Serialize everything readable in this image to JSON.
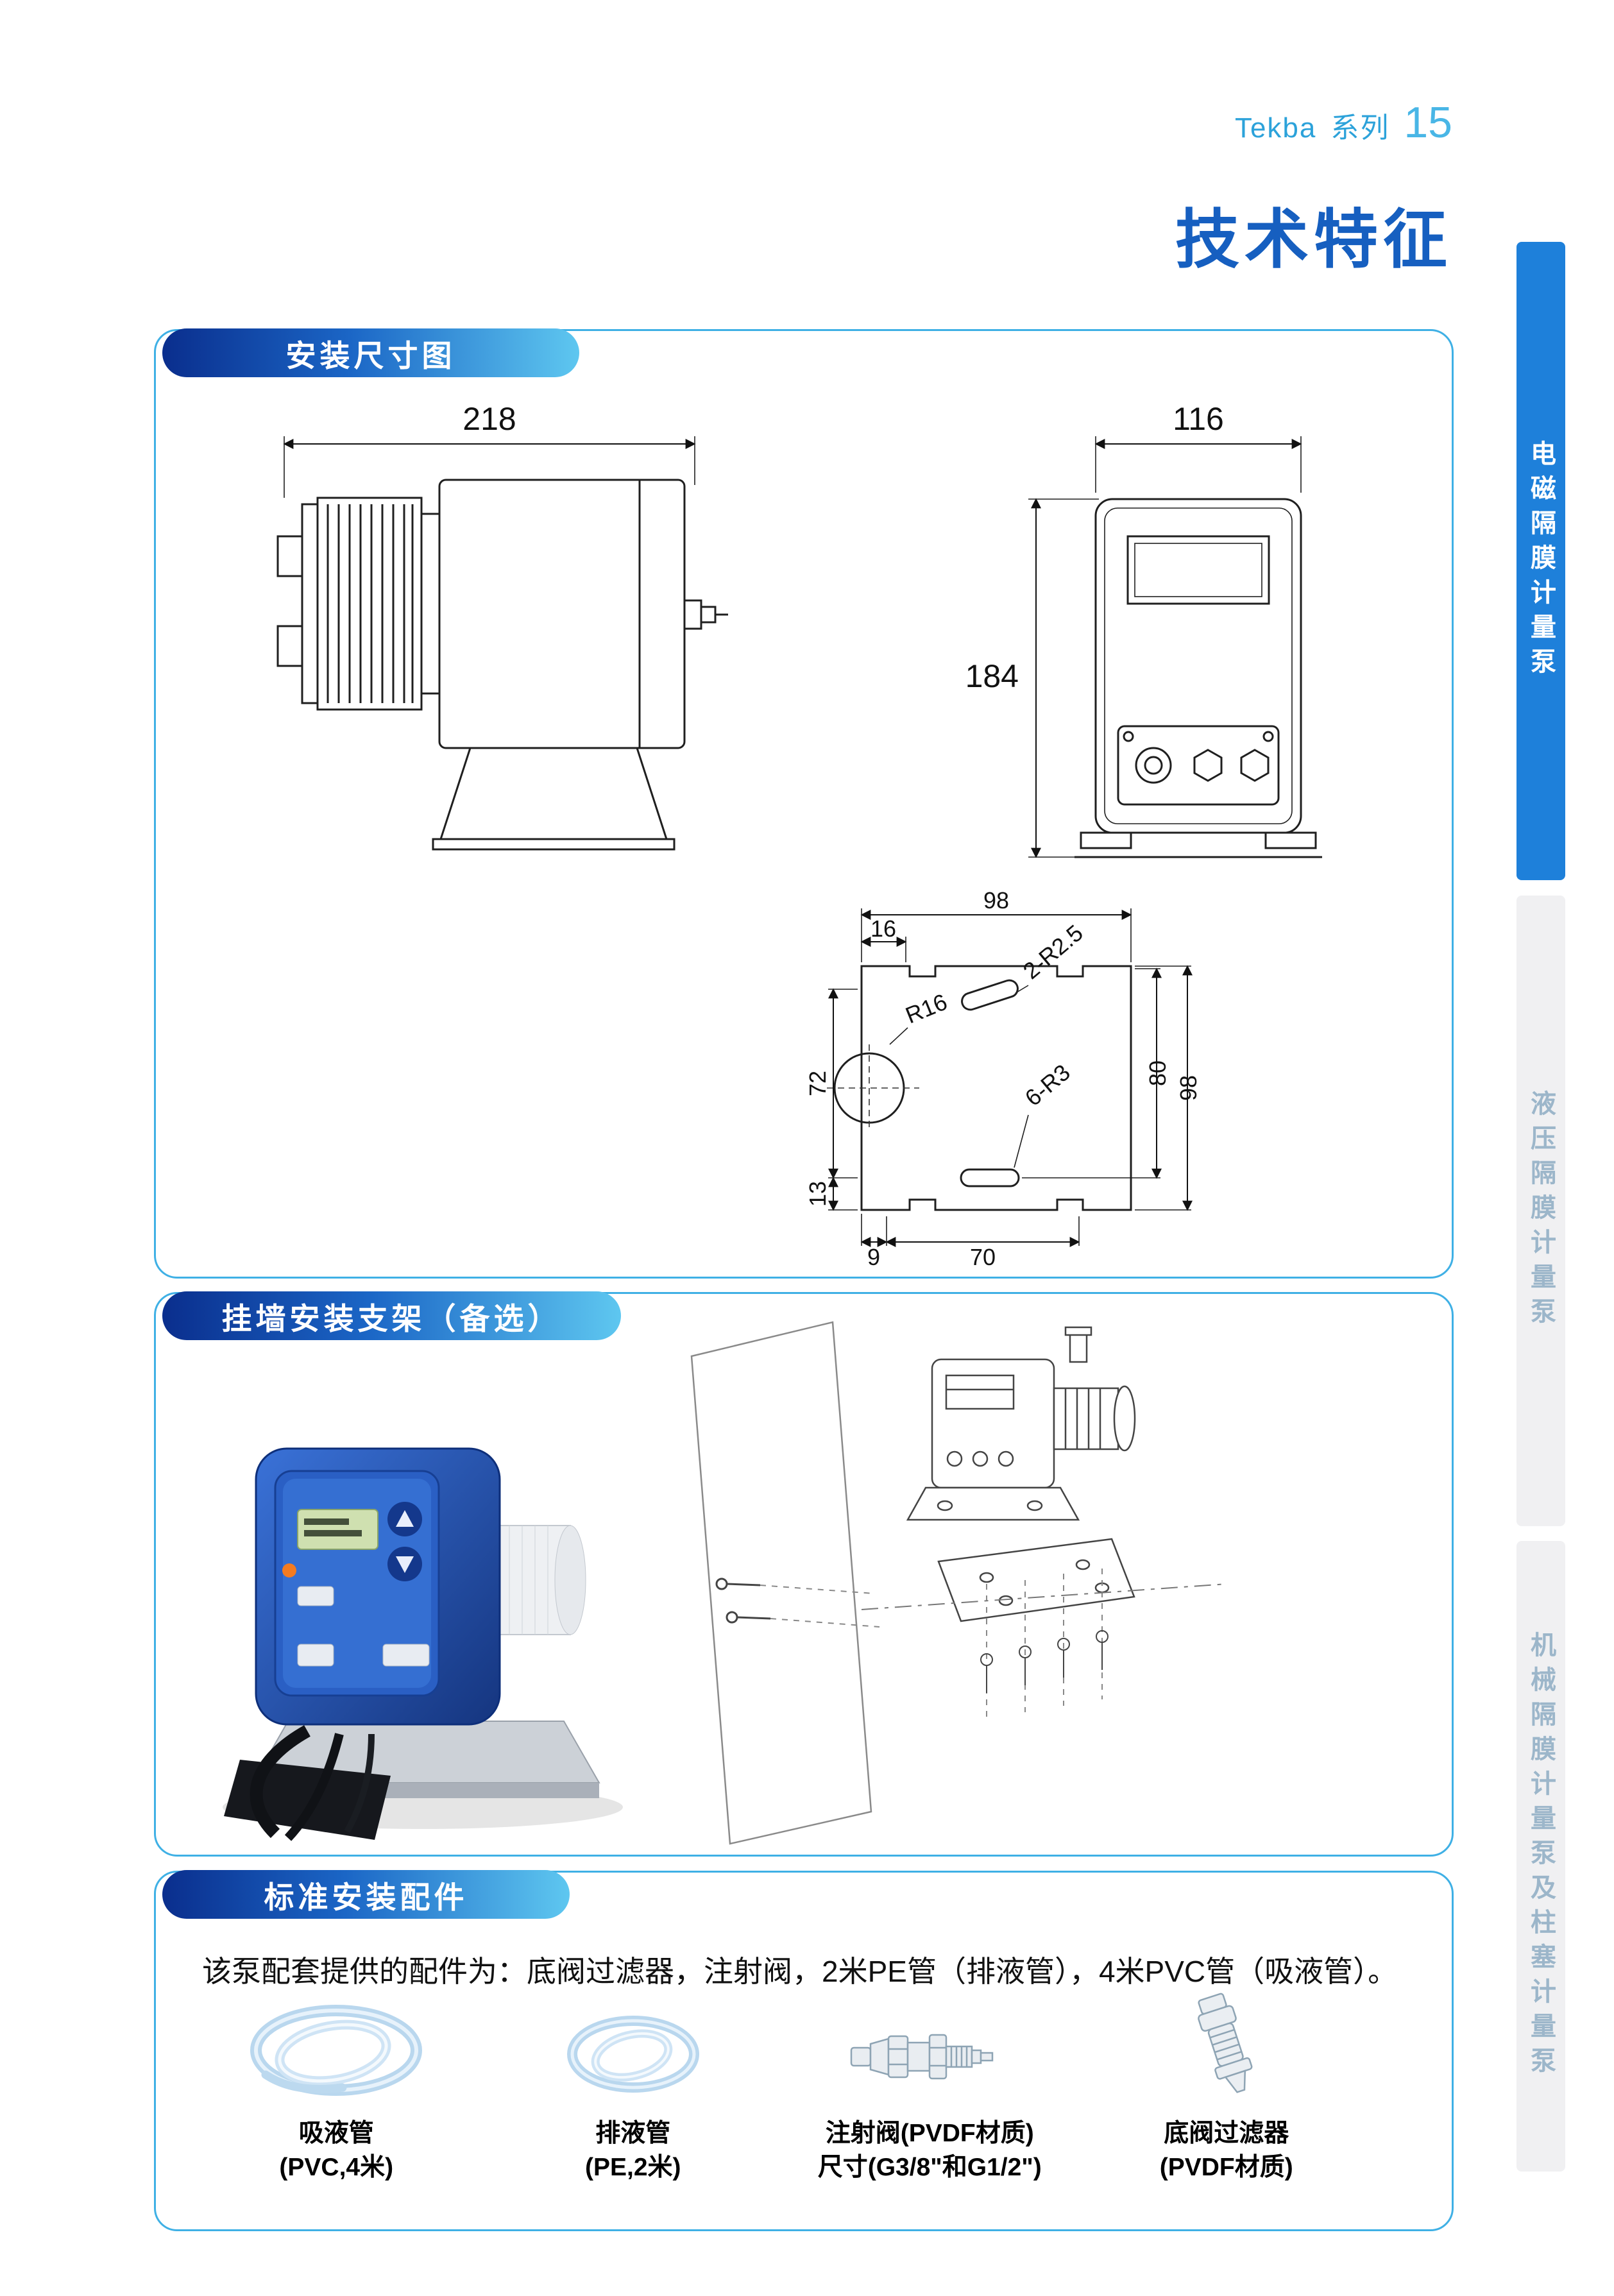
{
  "colors": {
    "accent_light_blue": "#3fb0e5",
    "title_blue": "#165fc0",
    "pill_gradient_start": "#0a2e8d",
    "pill_gradient_end": "#5ec7f0",
    "active_tab_bg": "#1e80da",
    "inactive_tab_bg": "#f0f0f2",
    "inactive_tab_text": "#9cb6ca"
  },
  "header": {
    "series_name": "Tekba",
    "series_label": "系列",
    "page_number": "15",
    "title": "技术特征"
  },
  "sidebar": {
    "tabs": [
      {
        "label": "电磁隔膜计量泵",
        "active": true
      },
      {
        "label": "液压隔膜计量泵",
        "active": false
      },
      {
        "label": "机械隔膜计量泵及柱塞计量泵",
        "active": false
      }
    ]
  },
  "sections": {
    "dimensions": {
      "title": "安装尺寸图",
      "side_view": {
        "width": "218"
      },
      "front_view": {
        "width": "116",
        "height": "184"
      },
      "plate": {
        "top_total": "98",
        "top_offset": "16",
        "left_height": "72",
        "left_bottom": "13",
        "bottom_offset": "9",
        "bottom_width": "70",
        "right_inner": "80",
        "right_total": "98",
        "hole_radius": "R16",
        "slot_radius_top": "2-R2.5",
        "slot_radius_bottom": "6-R3"
      }
    },
    "bracket": {
      "title": "挂墙安装支架（备选）"
    },
    "accessories": {
      "title": "标准安装配件",
      "description": "该泵配套提供的配件为：底阀过滤器，注射阀，2米PE管（排液管），4米PVC管（吸液管）。",
      "items": [
        {
          "name": "吸液管",
          "spec": "(PVC,4米)"
        },
        {
          "name": "排液管",
          "spec": "(PE,2米)"
        },
        {
          "name": "注射阀(PVDF材质)",
          "spec": "尺寸(G3/8\"和G1/2\")"
        },
        {
          "name": "底阀过滤器",
          "spec": "(PVDF材质)"
        }
      ]
    }
  }
}
